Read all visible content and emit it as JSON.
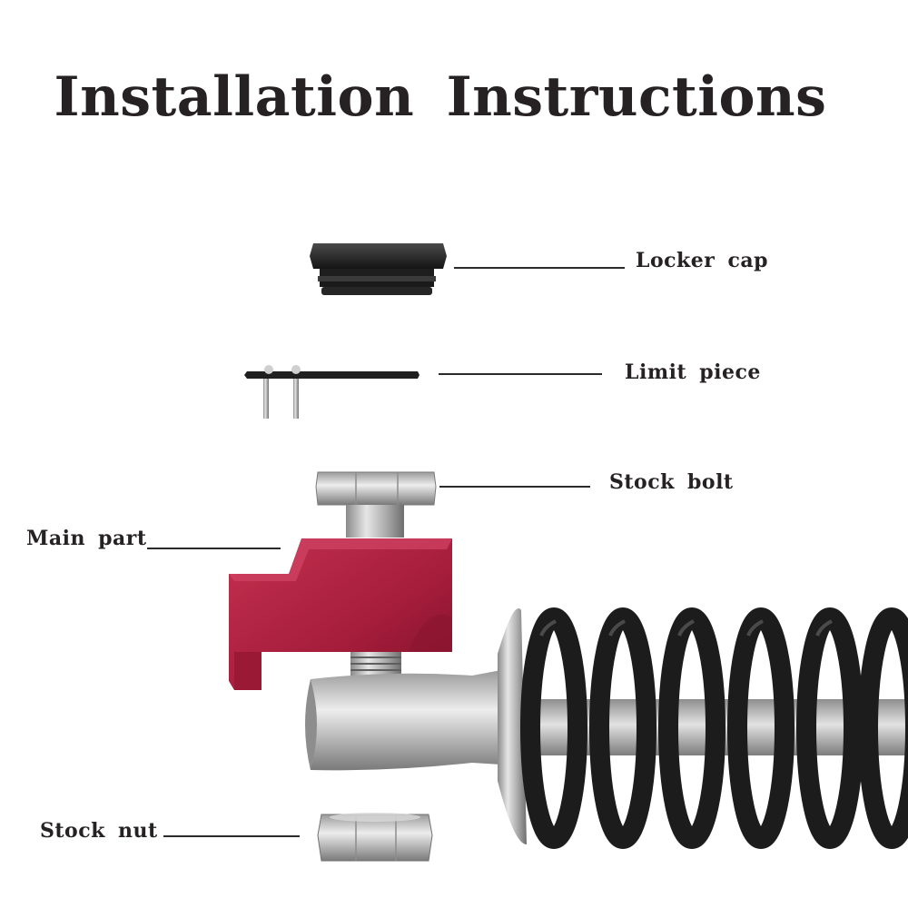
{
  "title": "Installation Instructions",
  "labels": {
    "locker_cap": "Locker cap",
    "limit_piece": "Limit piece",
    "stock_bolt": "Stock bolt",
    "main_part": "Main part",
    "stock_nut": "Stock nut"
  },
  "colors": {
    "main_part": "#b0203c",
    "spring": "#1c1c1c",
    "metal": "#b9b9b9",
    "text": "#262223"
  }
}
